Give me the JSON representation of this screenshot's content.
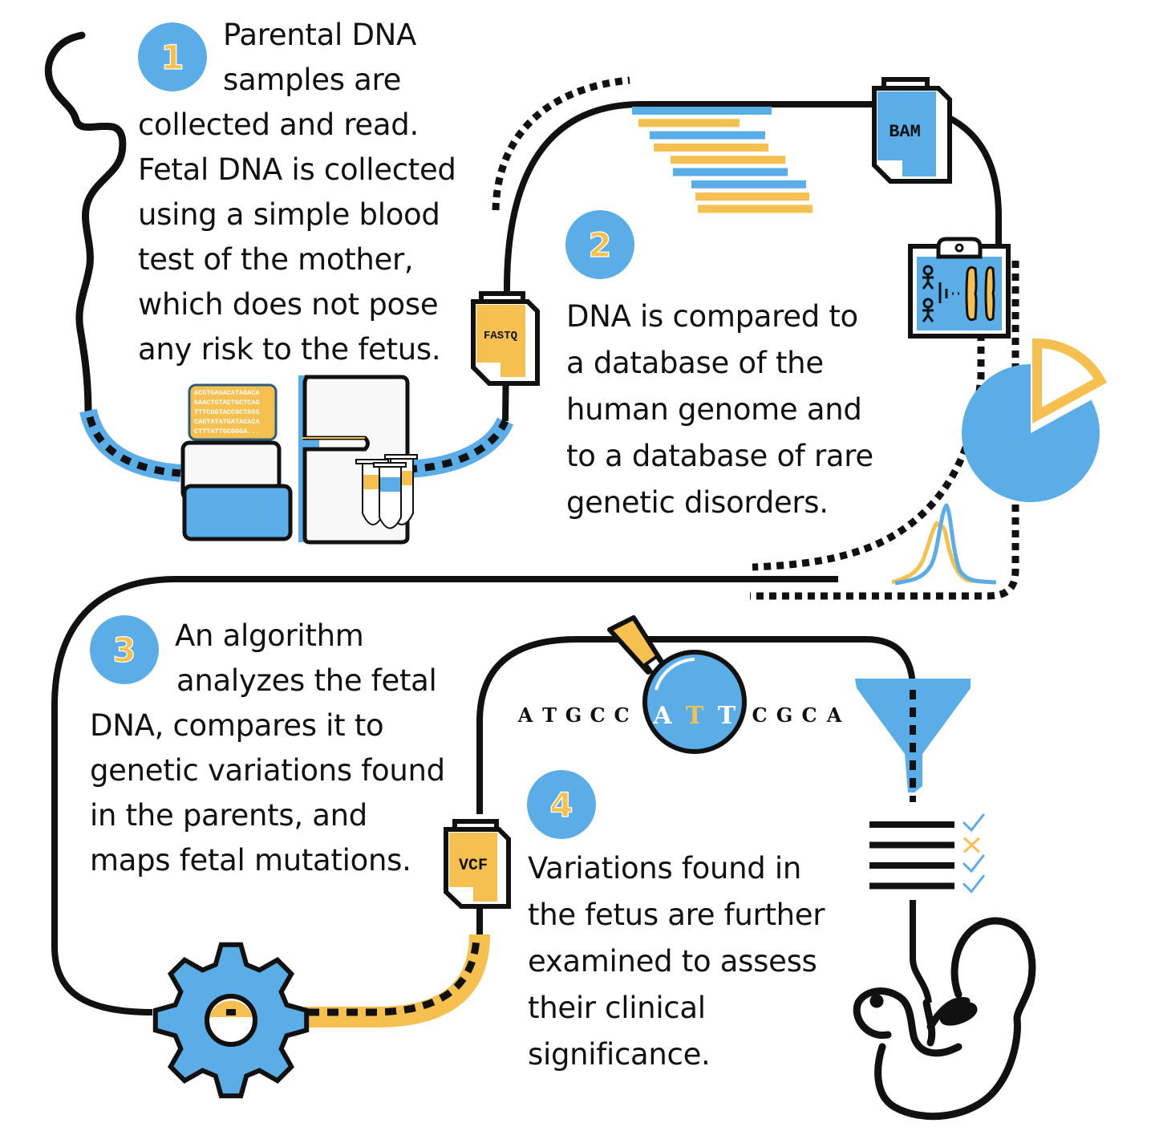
{
  "colors": {
    "blue": "#5aade6",
    "yellow": "#f6c050",
    "black": "#111111",
    "white": "#ffffff"
  },
  "steps": [
    {
      "number": "1",
      "lines": [
        "Parental DNA",
        "samples are",
        "collected and read.",
        "Fetal DNA is collected",
        "using a simple blood",
        "test of the mother,",
        "which does not pose",
        "any risk to the fetus."
      ]
    },
    {
      "number": "2",
      "lines": [
        "DNA is compared to",
        "a database of the",
        "human genome and",
        "to a database of rare",
        "genetic disorders."
      ]
    },
    {
      "number": "3",
      "lines": [
        "An algorithm",
        "analyzes the fetal",
        "DNA, compares it to",
        "genetic variations found",
        "in the parents, and",
        "maps fetal mutations."
      ]
    },
    {
      "number": "4",
      "lines": [
        "Variations found in",
        "the fetus are further",
        "examined to assess",
        "their clinical",
        "significance."
      ]
    }
  ],
  "files": {
    "fastq": "FASTQ",
    "bam": "BAM",
    "vcf": "VCF"
  },
  "sequencer_screen_lines": [
    "ACGTGAGACATAGACA",
    "GAACTGTACTGCTCAG",
    "TTTCGGTACCGCTAGG",
    "CAGTATATGATACACA",
    "CTTTATTGCGGGA..."
  ],
  "dna_sequence": {
    "left": [
      "A",
      "T",
      "G",
      "C",
      "C"
    ],
    "magnified": [
      "A",
      "T",
      "T"
    ],
    "highlight_index": 1,
    "right": [
      "C",
      "G",
      "C",
      "A"
    ]
  },
  "read_alignment": [
    {
      "color": "blue"
    },
    {
      "color": "yellow"
    },
    {
      "color": "blue"
    },
    {
      "color": "yellow"
    },
    {
      "color": "yellow"
    },
    {
      "color": "blue"
    },
    {
      "color": "blue"
    },
    {
      "color": "yellow"
    },
    {
      "color": "yellow"
    }
  ],
  "pie_icon": {
    "main_fraction": 0.83,
    "exploded_fraction": 0.17
  },
  "checklist": [
    {
      "status": "check"
    },
    {
      "status": "cross"
    },
    {
      "status": "check"
    },
    {
      "status": "check"
    }
  ]
}
